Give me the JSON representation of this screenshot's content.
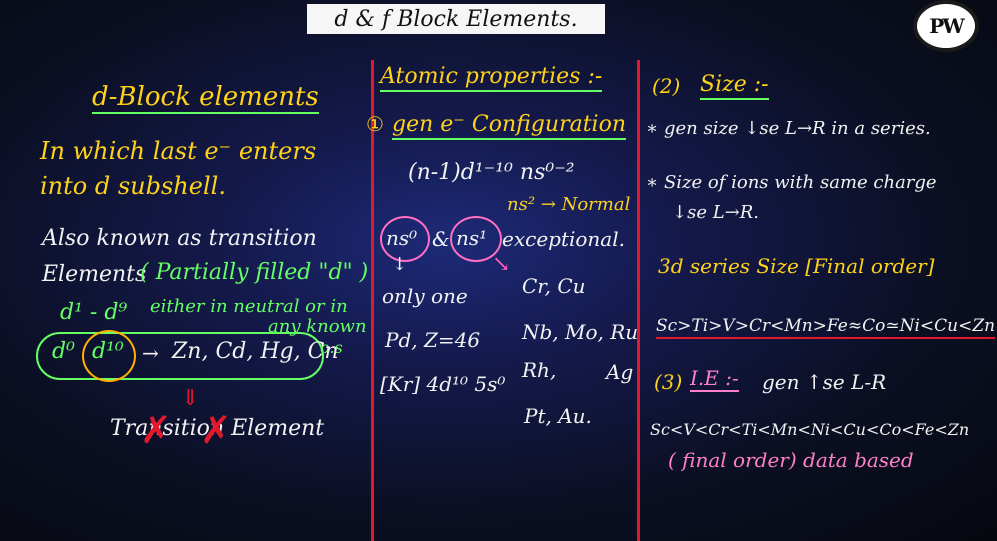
{
  "title": "d & f Block Elements.",
  "logo": "PW",
  "left": {
    "heading": "d-Block elements",
    "def_line1": "In which last e⁻ enters",
    "def_line2": "into d subshell.",
    "also_line1": "Also known as transition",
    "also_line2": "Elements",
    "partially": "( Partially filled \"d\" )",
    "d1d9": "d¹ - d⁹",
    "either": "either in neutral or in",
    "any_known": "any known",
    "os": "o.s",
    "d0": "d⁰",
    "d10": "d¹⁰",
    "zn_list": "Zn, Cd, Hg, Cn",
    "transition_element": "Transition Element"
  },
  "middle": {
    "heading": "Atomic properties :-",
    "gen_config": "gen e⁻ Configuration",
    "formula": "(n-1)d¹⁻¹⁰ ns⁰⁻²",
    "ns2_normal": "ns² → Normal",
    "ns0": "ns⁰",
    "amp": "&",
    "ns1": "ns¹",
    "exceptional": "exceptional.",
    "only_one": "only one",
    "pd": "Pd, Z=46",
    "kr": "[Kr] 4d¹⁰ 5s⁰",
    "ex_row1": "Cr, Cu",
    "ex_row2": "Nb, Mo, Ru",
    "ex_row3a": "Rh,",
    "ex_row3b": "Ag",
    "ex_row4": "Pt, Au."
  },
  "right": {
    "size_num": "(2)",
    "size_heading": "Size :-",
    "size_line1": "∗ gen size ↓se L→R in a series.",
    "size_line2": "∗ Size of ions with same charge",
    "size_line3": "↓se   L→R.",
    "series_heading": "3d series Size [Final order]",
    "size_order": "Sc>Ti>V>Cr<Mn>Fe≈Co≃Ni<Cu<Zn",
    "ie_num": "(3)",
    "ie_heading": "I.E :-",
    "ie_gen": "gen ↑se L-R",
    "ie_order": "Sc<V<Cr<Ti<Mn<Ni<Cu<Co<Fe<Zn",
    "final_order": "( final order) data based"
  }
}
